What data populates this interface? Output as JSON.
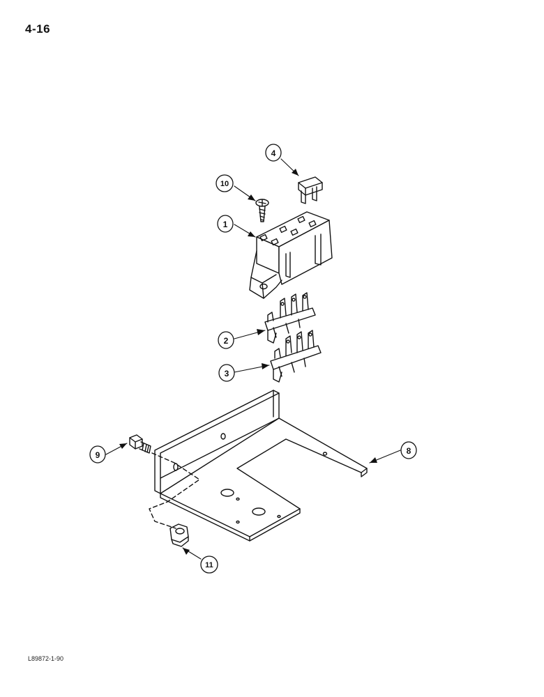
{
  "page": {
    "number": "4-16",
    "footer_code": "L89872-1-90"
  },
  "callouts": [
    {
      "id": "callout-4",
      "label": "4",
      "part": "fuse"
    },
    {
      "id": "callout-10",
      "label": "10",
      "part": "screw"
    },
    {
      "id": "callout-1",
      "label": "1",
      "part": "fuse-block"
    },
    {
      "id": "callout-2",
      "label": "2",
      "part": "terminal-strip"
    },
    {
      "id": "callout-3",
      "label": "3",
      "part": "terminal-strip"
    },
    {
      "id": "callout-8",
      "label": "8",
      "part": "mounting-bracket"
    },
    {
      "id": "callout-9",
      "label": "9",
      "part": "bolt"
    },
    {
      "id": "callout-11",
      "label": "11",
      "part": "nut"
    }
  ]
}
